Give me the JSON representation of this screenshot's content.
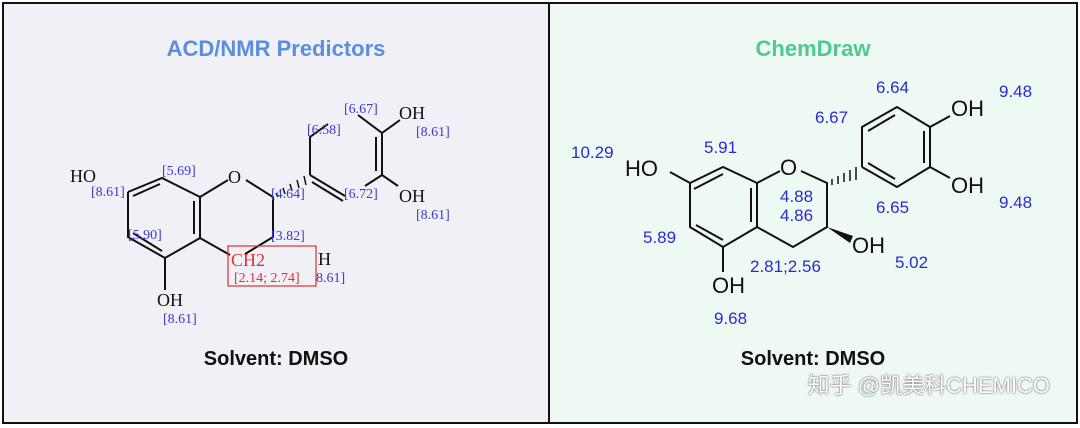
{
  "left_panel": {
    "title": "ACD/NMR Predictors",
    "solvent": "Solvent: DMSO",
    "atoms": {
      "ho7": "HO",
      "o1": "O",
      "oh5": "OH",
      "oh3p": "OH",
      "oh4p": "OH",
      "oh3": "H",
      "ch2": "CH2"
    },
    "shifts": {
      "oh7": "[8.61]",
      "h8": "[5.69]",
      "h6": "[5.90]",
      "oh5": "[8.61]",
      "h2": "[4.64]",
      "h3": "[3.82]",
      "oh3": "8.61]",
      "h4": "[2.14; 2.74]",
      "h2p": "[6.58]",
      "h6p": "[6.67]",
      "h5p": "[6.72]",
      "oh3p": "[8.61]",
      "oh4p": "[8.61]"
    },
    "highlight_color": "#e03030",
    "shift_color": "#3a3ad0"
  },
  "right_panel": {
    "title": "ChemDraw",
    "solvent": "Solvent: DMSO",
    "atoms": {
      "ho7": "HO",
      "o1": "O",
      "oh5": "OH",
      "oh3": "OH",
      "oh4p": "OH",
      "oh3p": "OH"
    },
    "shifts": {
      "oh7": "10.29",
      "h8": "5.91",
      "h6": "5.89",
      "oh5": "9.68",
      "h2a": "4.88",
      "h2b": "4.86",
      "h4": "2.81;2.56",
      "oh3": "5.02",
      "h2p": "6.67",
      "h6p": "6.64",
      "h5p": "6.65",
      "oh4p": "9.48",
      "oh3p": "9.48"
    },
    "shift_color": "#2b2bd0"
  },
  "watermark": "知乎 @凯美科CHEMICO"
}
